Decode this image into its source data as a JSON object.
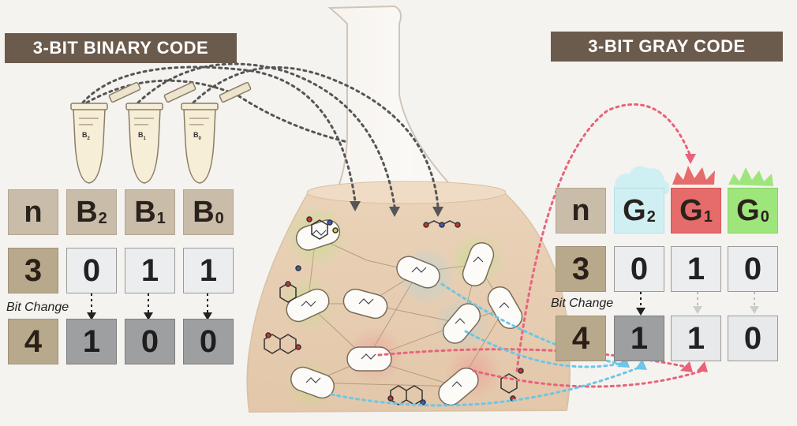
{
  "binary": {
    "title": "3-BIT BINARY CODE",
    "header": {
      "n": "n",
      "b2": "B",
      "b2_sub": "2",
      "b1": "B",
      "b1_sub": "1",
      "b0": "B",
      "b0_sub": "0"
    },
    "tubes": [
      {
        "label": "B",
        "sub": "2"
      },
      {
        "label": "B",
        "sub": "1"
      },
      {
        "label": "B",
        "sub": "0"
      }
    ],
    "row3": {
      "n": "3",
      "values": [
        "0",
        "1",
        "1"
      ]
    },
    "row4": {
      "n": "4",
      "values": [
        "1",
        "0",
        "0"
      ]
    },
    "bit_change": "Bit Change"
  },
  "gray": {
    "title": "3-BIT GRAY CODE",
    "header": {
      "n": "n",
      "g2": "G",
      "g2_sub": "2",
      "g1": "G",
      "g1_sub": "1",
      "g0": "G",
      "g0_sub": "0"
    },
    "row3": {
      "n": "3",
      "values": [
        "0",
        "1",
        "0"
      ]
    },
    "row4": {
      "n": "4",
      "values": [
        "1",
        "1",
        "0"
      ]
    },
    "bit_change": "Bit Change"
  },
  "colors": {
    "title_bg": "#6b5b4d",
    "header_tan": "#c9bca9",
    "g2_cyan": "#cfeff3",
    "g1_red": "#e66b6b",
    "g0_green": "#9ee67c",
    "arrow_gray": "#555555",
    "arrow_pink": "#e8637a",
    "arrow_blue": "#6cc6e8"
  }
}
